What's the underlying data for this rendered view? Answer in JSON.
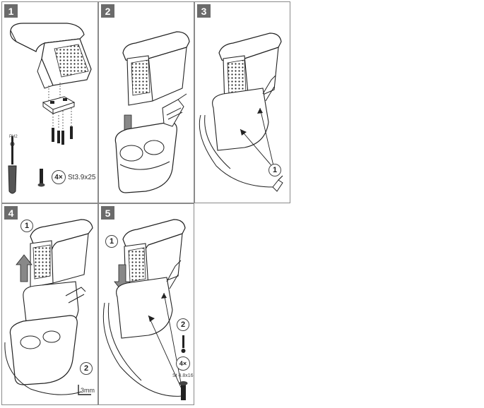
{
  "steps": [
    {
      "number": "1",
      "count": "4×",
      "screw_spec": "St3.9x25",
      "tool_label": "PH2"
    },
    {
      "number": "2"
    },
    {
      "number": "3",
      "callout": "1"
    },
    {
      "number": "4",
      "callout_1": "1",
      "callout_2": "2",
      "size_label": "3mm"
    },
    {
      "number": "5",
      "callout_1": "1",
      "callout_2": "2",
      "count": "4×",
      "screw_spec": "St 4.8x16"
    }
  ],
  "colors": {
    "badge": "#6b6b6b",
    "line": "#222222",
    "border": "#8a8a8a"
  }
}
